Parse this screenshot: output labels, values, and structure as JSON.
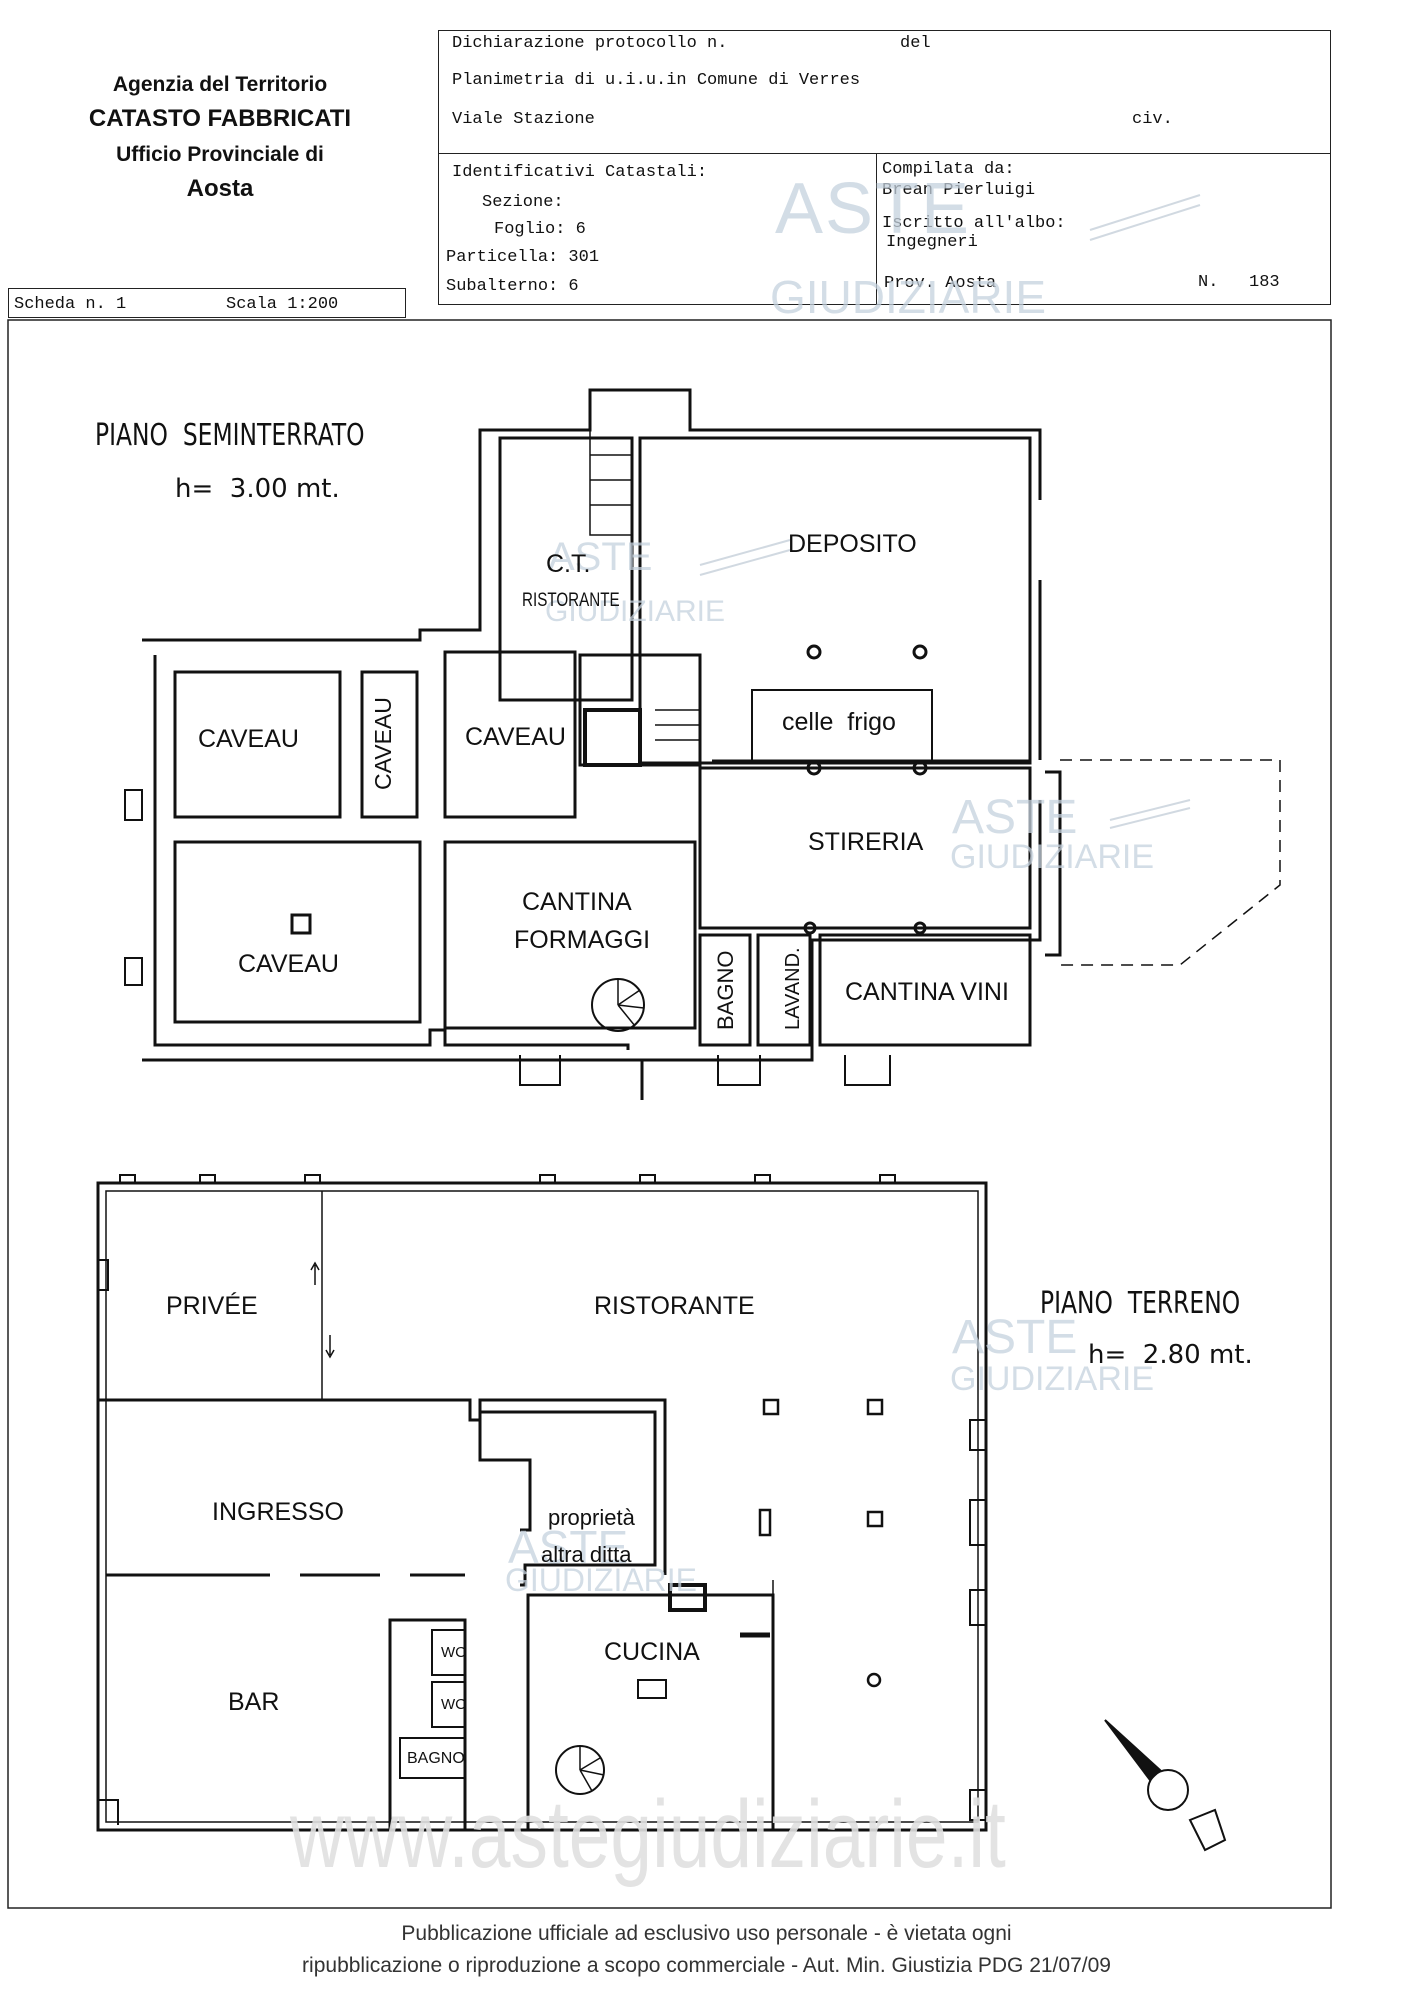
{
  "header": {
    "agency_line1": "Agenzia del Territorio",
    "agency_line2": "CATASTO FABBRICATI",
    "agency_line3": "Ufficio Provinciale di",
    "agency_line4": "Aosta",
    "protocol_label": "Dichiarazione protocollo n.",
    "del_label": "del",
    "planimetria": "Planimetria di u.i.u.in Comune di Verres",
    "address": "Viale Stazione",
    "civ_label": "civ.",
    "identificativi_label": "Identificativi Catastali:",
    "sezione": "Sezione:",
    "foglio": "Foglio: 6",
    "particella": "Particella: 301",
    "subalterno": "Subalterno: 6",
    "compilata_label": "Compilata da:",
    "compilata_name": "Brean Pierluigi",
    "iscritto_label": "Iscritto all'albo:",
    "iscritto_value": "Ingegneri",
    "prov": "Prov. Aosta",
    "number": "N.   183",
    "scheda": "Scheda n. 1",
    "scala": "Scala 1:200"
  },
  "plan_basement": {
    "title": "PIANO  SEMINTERRATO",
    "height": "h=  3.00 mt.",
    "rooms": {
      "deposito": "DEPOSITO",
      "ct": "C.T.",
      "ristorante_small": "RISTORANTE",
      "celle_frigo": "celle  frigo",
      "caveau1": "CAVEAU",
      "caveau2": "CAVEAU",
      "caveau3": "CAVEAU",
      "caveau4": "CAVEAU",
      "stireria": "STIRERIA",
      "cantina1": "CANTINA",
      "cantina2": "FORMAGGI",
      "bagno": "BAGNO",
      "lavand": "LAVAND.",
      "cantina_vini": "CANTINA VINI"
    }
  },
  "plan_ground": {
    "title": "PIANO  TERRENO",
    "height": "h=  2.80 mt.",
    "rooms": {
      "privee": "PRIVÉE",
      "ristorante": "RISTORANTE",
      "ingresso": "INGRESSO",
      "proprieta1": "proprietà",
      "proprieta2": "altra ditta",
      "cucina": "CUCINA",
      "bar": "BAR",
      "wc1": "WC",
      "wc2": "WC",
      "bagno": "BAGNO"
    }
  },
  "watermark": {
    "aste": "ASTE",
    "giudiziarie": "GIUDIZIARIE",
    "site": "www.astegiudiziarie.it"
  },
  "footer": {
    "line1": "Pubblicazione ufficiale ad esclusivo uso personale - è vietata ogni",
    "line2": "ripubblicazione o riproduzione a scopo commerciale - Aut. Min. Giustizia PDG 21/07/09"
  }
}
